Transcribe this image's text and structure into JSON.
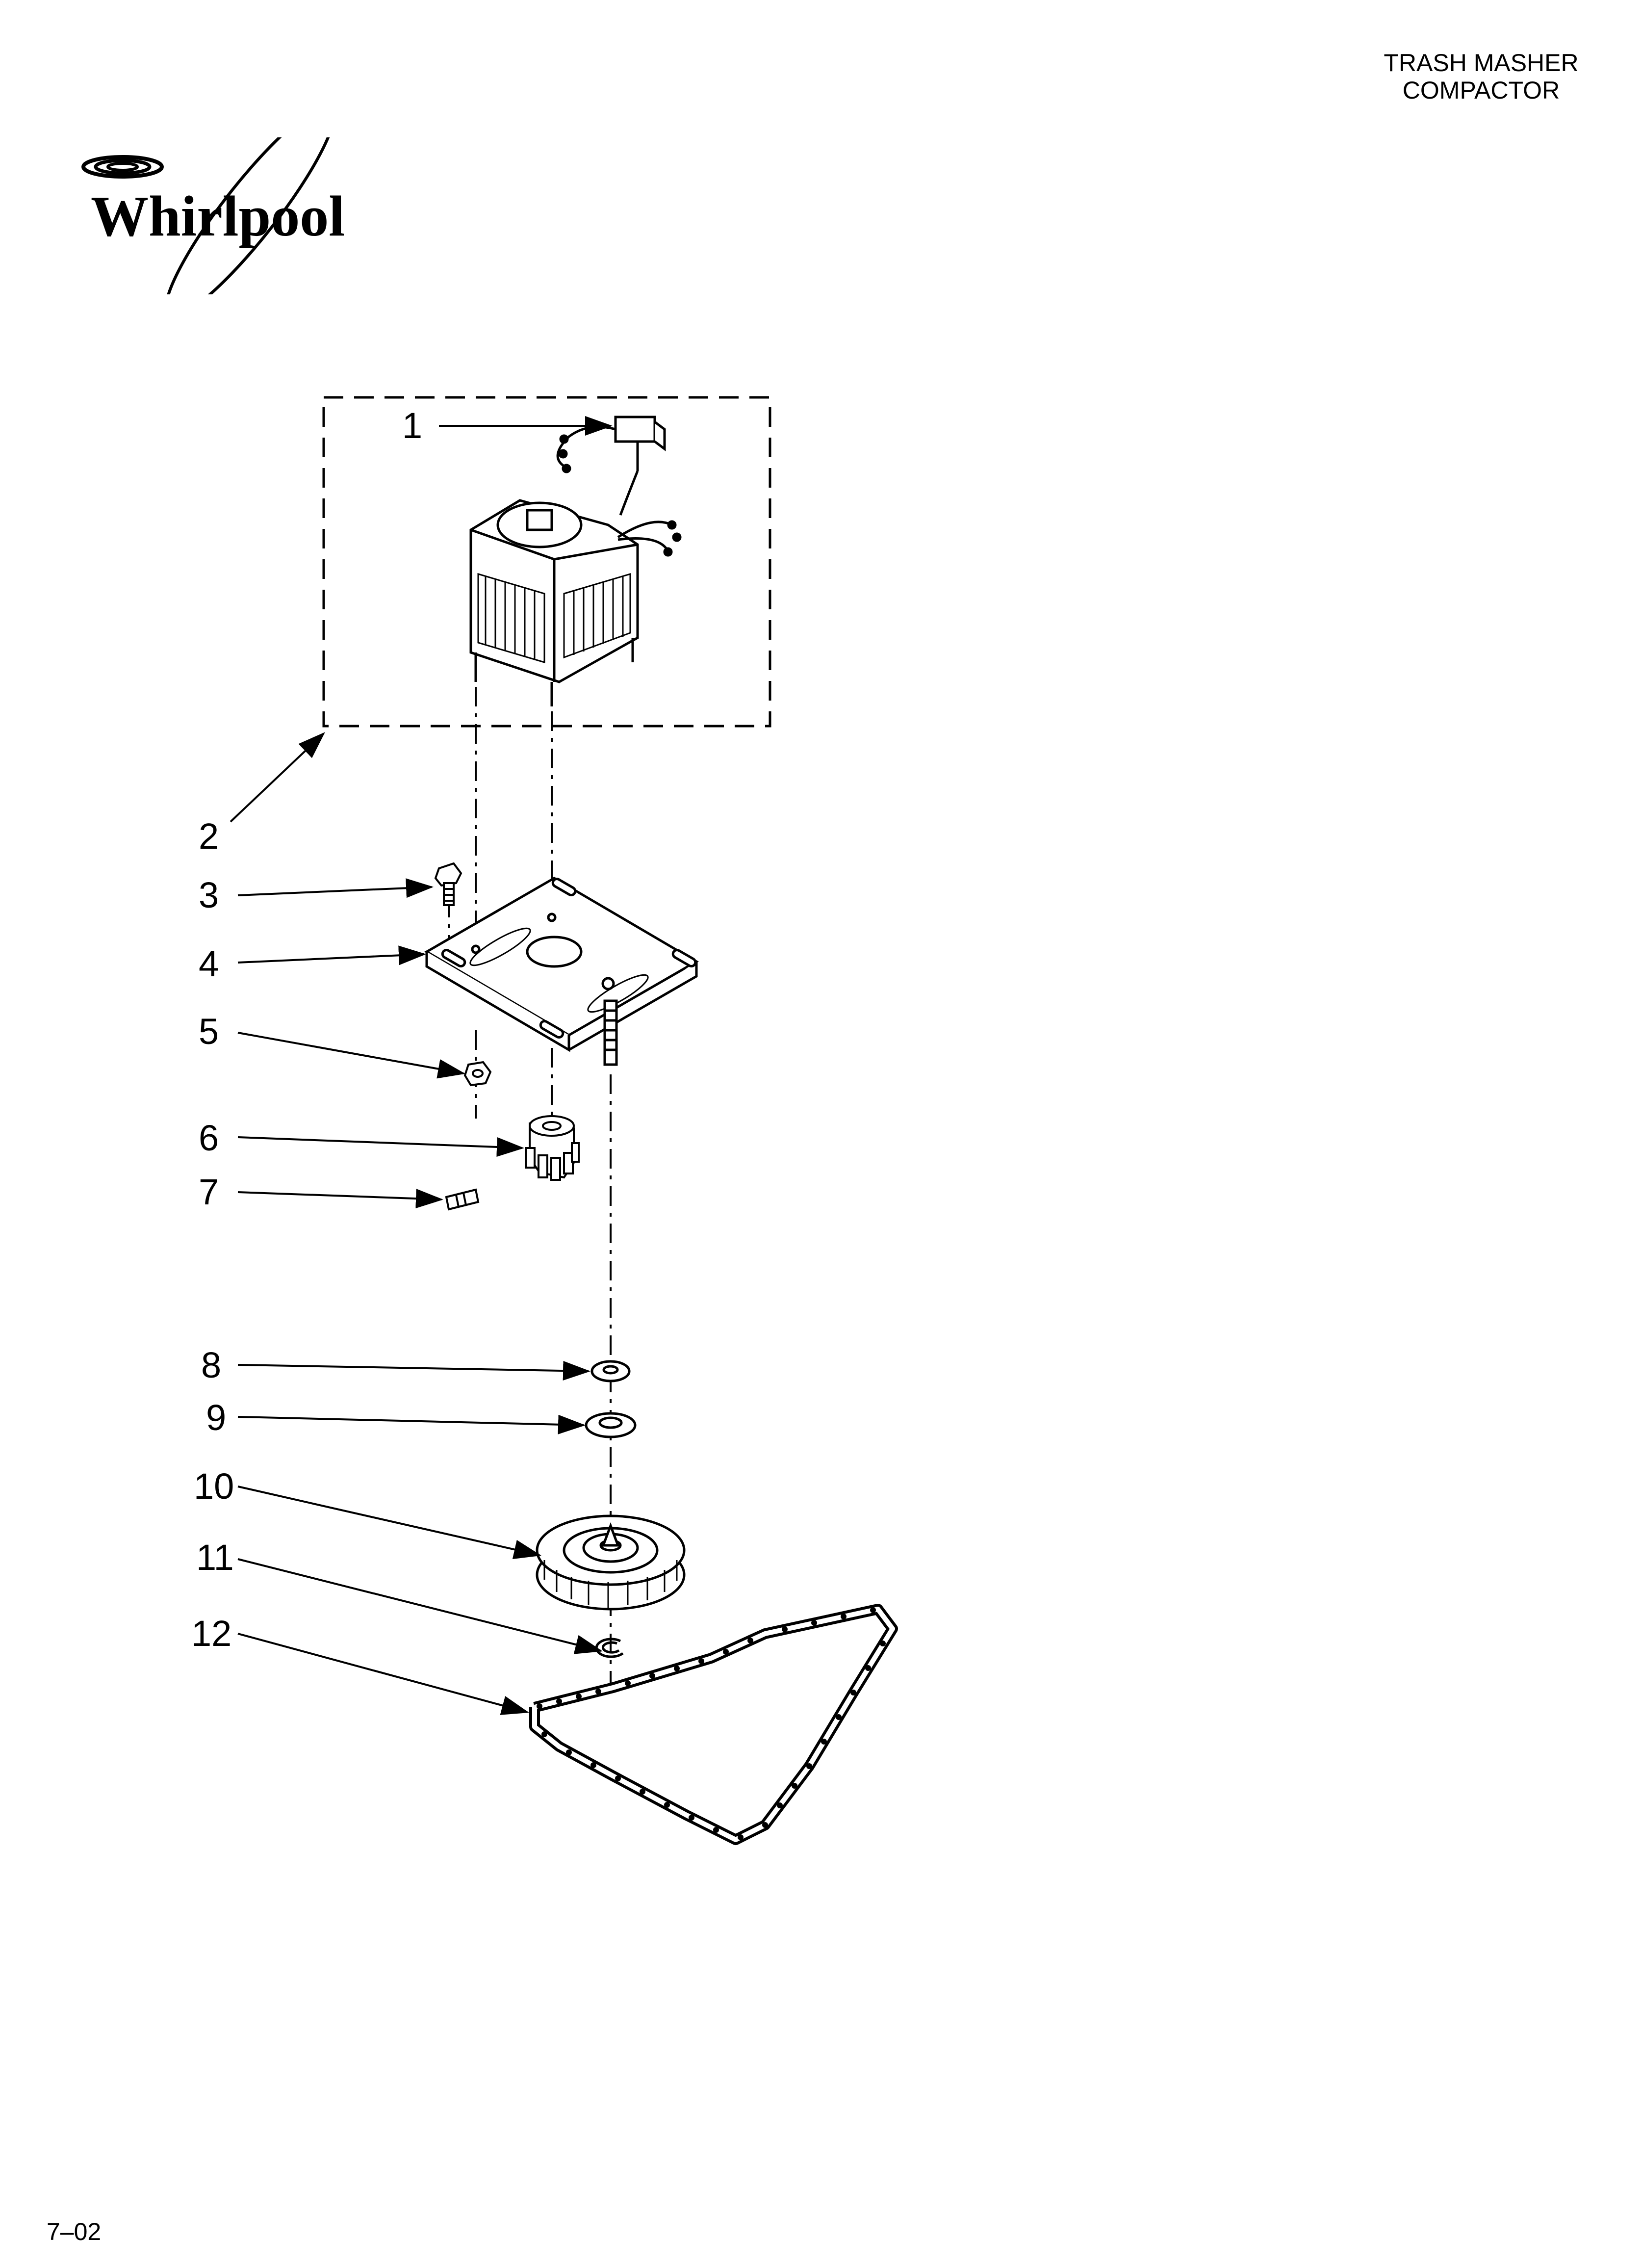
{
  "header": {
    "line1": "TRASH MASHER",
    "line2": "COMPACTOR"
  },
  "logo": {
    "text": "Whirlpool",
    "icon": "whirlpool-logo-icon"
  },
  "diagram": {
    "callouts": [
      "1",
      "2",
      "3",
      "4",
      "5",
      "6",
      "7",
      "8",
      "9",
      "10",
      "11",
      "12"
    ]
  },
  "footer": {
    "code": "7–02"
  }
}
